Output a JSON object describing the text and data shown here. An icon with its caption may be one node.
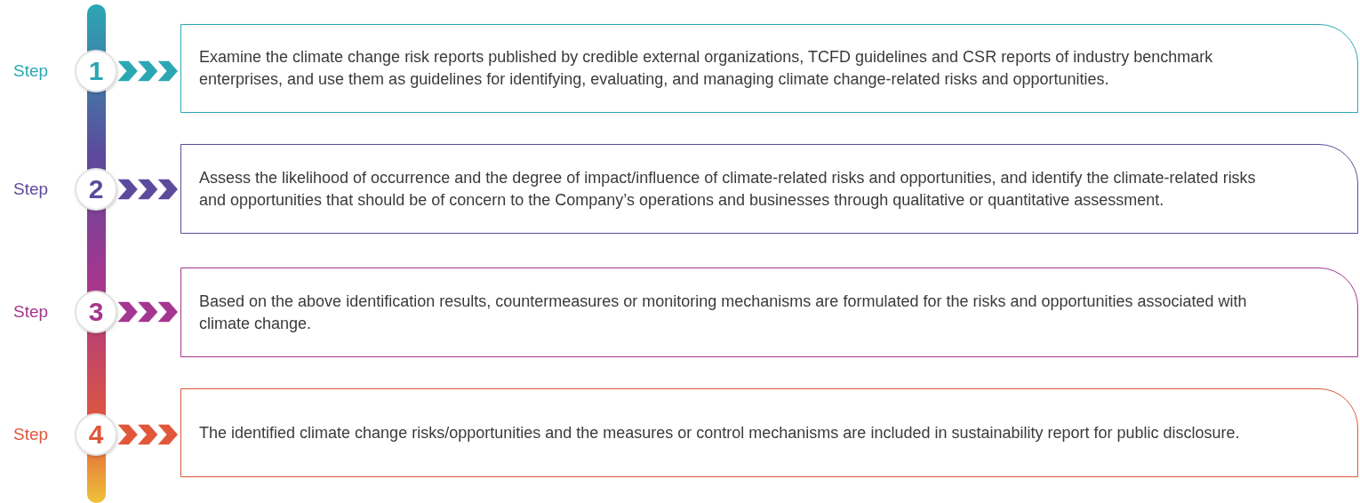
{
  "diagram": {
    "nodes": [
      {
        "text": [
          "1"
        ],
        "beside": [
          "Step"
        ]
      },
      {
        "text": [
          "Examine the climate change risk reports published by credible external organizations, TCFD guidelines and CSR reports of industry benchmark enterprises, and use them as guidelines for identifying, evaluating, and managing climate change-related risks and opportunities."
        ]
      },
      {
        "text": [
          "2"
        ],
        "beside": [
          "Step"
        ]
      },
      {
        "text": [
          "Assess the likelihood of occurrence and the degree of impact/influence of climate-related risks and opportunities, and identify the climate-related risks and opportunities that should be of concern to the Company’s operations and businesses through qualitative or quantitative assessment."
        ]
      },
      {
        "text": [
          "3"
        ],
        "beside": [
          "Step"
        ]
      },
      {
        "text": [
          "Based on the above identification results, countermeasures or monitoring mechanisms are formulated for the risks and opportunities associated with climate change."
        ]
      },
      {
        "text": [
          "4"
        ],
        "beside": [
          "Step"
        ]
      },
      {
        "text": [
          "The identified climate change risks/opportunities and the measures or control mechanisms are included in sustainability report for public disclosure."
        ]
      },
      {
        "text": [],
        "shape": "bar"
      }
    ],
    "edges": [
      {
        "from": 0,
        "to": 1,
        "arrow": "to",
        "color": "#2ba7b3"
      },
      {
        "from": 2,
        "to": 3,
        "arrow": "to",
        "color": "#5c4a9c"
      },
      {
        "from": 4,
        "to": 5,
        "arrow": "to",
        "color": "#a4368f"
      },
      {
        "from": 6,
        "to": 7,
        "arrow": "to",
        "color": "#e0573a"
      }
    ]
  }
}
